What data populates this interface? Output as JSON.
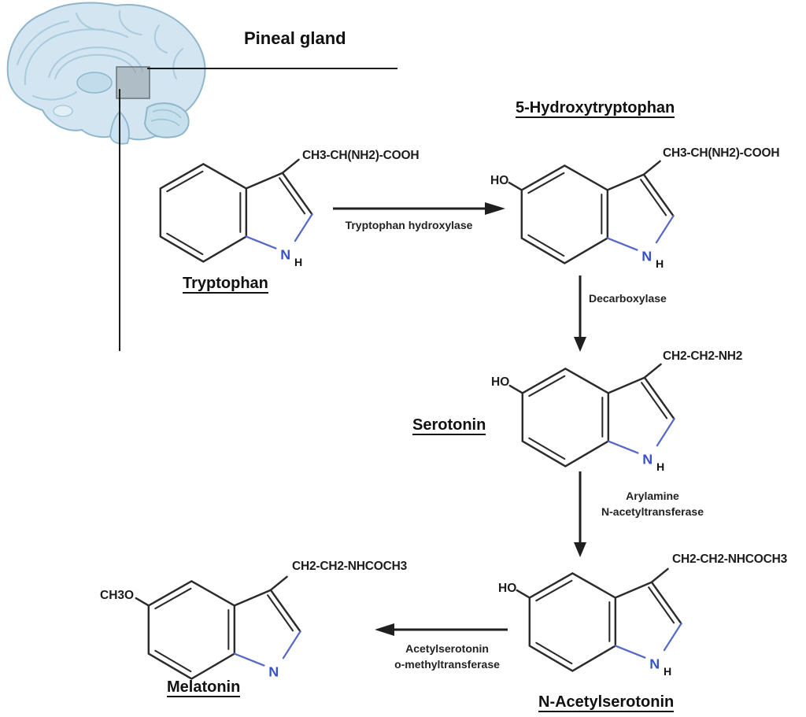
{
  "pineal": {
    "label": "Pineal gland"
  },
  "molecules": {
    "tryptophan": {
      "name": "Tryptophan",
      "formula": "CH3-CH(NH2)-COOH",
      "n": "N",
      "h": "H"
    },
    "hydroxytryptophan": {
      "name": "5-Hydroxytryptophan",
      "formula": "CH3-CH(NH2)-COOH",
      "n": "N",
      "h": "H",
      "substituent": "HO"
    },
    "serotonin": {
      "name": "Serotonin",
      "formula": "CH2-CH2-NH2",
      "n": "N",
      "h": "H",
      "substituent": "HO"
    },
    "n_acetylserotonin": {
      "name": "N-Acetylserotonin",
      "formula": "CH2-CH2-NHCOCH3",
      "n": "N",
      "h": "H",
      "substituent": "HO"
    },
    "melatonin": {
      "name": "Melatonin",
      "formula": "CH2-CH2-NHCOCH3",
      "n": "N",
      "substituent": "CH3O"
    }
  },
  "enzymes": {
    "step1": {
      "line1": "Tryptophan hydroxylase"
    },
    "step2": {
      "line1": "Decarboxylase"
    },
    "step3": {
      "line1": "Arylamine",
      "line2": "N-acetyltransferase"
    },
    "step4": {
      "line1": "Acetylserotonin",
      "line2": "o-methyltransferase"
    }
  },
  "colors": {
    "nitrogen": "#3450cc",
    "nitrogen_bond": "#5568c8",
    "bond": "#2b2b2b",
    "brain_fill": "#d2e5f1",
    "brain_stroke": "#8fb6cb",
    "pineal_marker": "#8c969e"
  }
}
